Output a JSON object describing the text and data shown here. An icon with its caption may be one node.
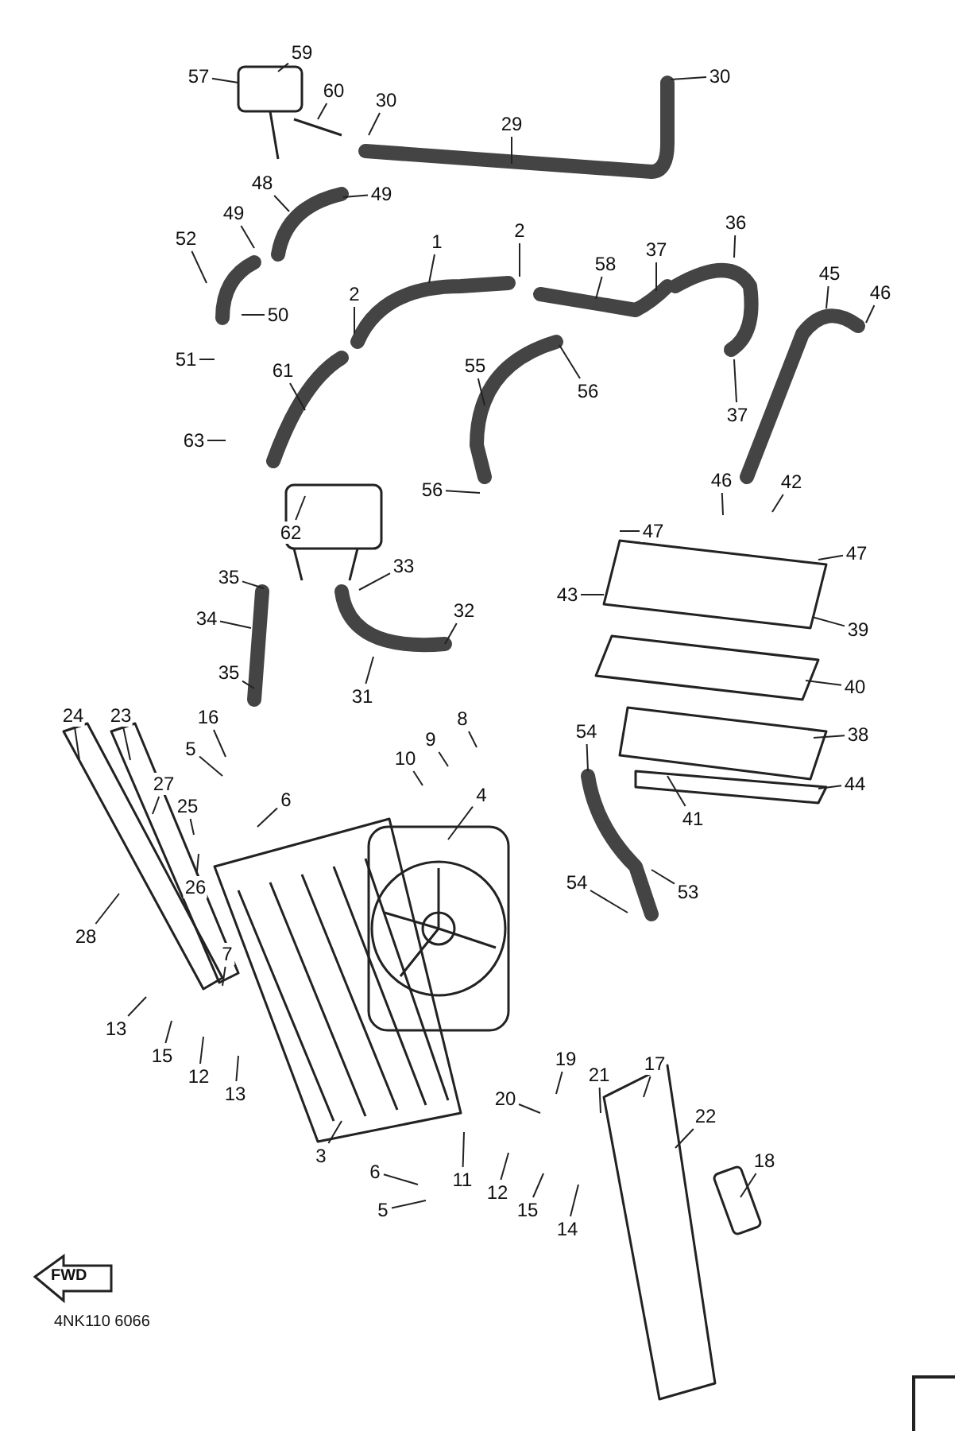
{
  "diagram": {
    "nodes": [
      {
        "text": [
          "57"
        ]
      },
      {
        "text": [
          "59"
        ]
      },
      {
        "text": [
          "60"
        ]
      },
      {
        "text": [
          "30"
        ]
      },
      {
        "text": [
          "30"
        ]
      },
      {
        "text": [
          "29"
        ]
      },
      {
        "text": [
          "48"
        ]
      },
      {
        "text": [
          "49"
        ]
      },
      {
        "text": [
          "49"
        ]
      },
      {
        "text": [
          "52"
        ]
      },
      {
        "text": [
          "1"
        ]
      },
      {
        "text": [
          "2"
        ]
      },
      {
        "text": [
          "58"
        ]
      },
      {
        "text": [
          "37"
        ]
      },
      {
        "text": [
          "36"
        ]
      },
      {
        "text": [
          "45"
        ]
      },
      {
        "text": [
          "46"
        ]
      },
      {
        "text": [
          "2"
        ]
      },
      {
        "text": [
          "50"
        ]
      },
      {
        "text": [
          "51"
        ]
      },
      {
        "text": [
          "61"
        ]
      },
      {
        "text": [
          "55"
        ]
      },
      {
        "text": [
          "56"
        ]
      },
      {
        "text": [
          "37"
        ]
      },
      {
        "text": [
          "63"
        ]
      },
      {
        "text": [
          "56"
        ]
      },
      {
        "text": [
          "46"
        ]
      },
      {
        "text": [
          "42"
        ]
      },
      {
        "text": [
          "62"
        ]
      },
      {
        "text": [
          "47"
        ]
      },
      {
        "text": [
          "47"
        ]
      },
      {
        "text": [
          "33"
        ]
      },
      {
        "text": [
          "35"
        ]
      },
      {
        "text": [
          "43"
        ]
      },
      {
        "text": [
          "32"
        ]
      },
      {
        "text": [
          "34"
        ]
      },
      {
        "text": [
          "39"
        ]
      },
      {
        "text": [
          "35"
        ]
      },
      {
        "text": [
          "40"
        ]
      },
      {
        "text": [
          "31"
        ]
      },
      {
        "text": [
          "24"
        ]
      },
      {
        "text": [
          "23"
        ]
      },
      {
        "text": [
          "16"
        ]
      },
      {
        "text": [
          "8"
        ]
      },
      {
        "text": [
          "54"
        ]
      },
      {
        "text": [
          "38"
        ]
      },
      {
        "text": [
          "9"
        ]
      },
      {
        "text": [
          "5"
        ]
      },
      {
        "text": [
          "10"
        ]
      },
      {
        "text": [
          "27"
        ]
      },
      {
        "text": [
          "44"
        ]
      },
      {
        "text": [
          "4"
        ]
      },
      {
        "text": [
          "6"
        ]
      },
      {
        "text": [
          "25"
        ]
      },
      {
        "text": [
          "41"
        ]
      },
      {
        "text": [
          "26"
        ]
      },
      {
        "text": [
          "54"
        ]
      },
      {
        "text": [
          "53"
        ]
      },
      {
        "text": [
          "28"
        ]
      },
      {
        "text": [
          "7"
        ]
      },
      {
        "text": [
          "13"
        ]
      },
      {
        "text": [
          "15"
        ]
      },
      {
        "text": [
          "19"
        ]
      },
      {
        "text": [
          "17"
        ]
      },
      {
        "text": [
          "21"
        ]
      },
      {
        "text": [
          "12"
        ]
      },
      {
        "text": [
          "13"
        ]
      },
      {
        "text": [
          "20"
        ]
      },
      {
        "text": [
          "22"
        ]
      },
      {
        "text": [
          "3"
        ]
      },
      {
        "text": [
          "18"
        ]
      },
      {
        "text": [
          "6"
        ]
      },
      {
        "text": [
          "11"
        ]
      },
      {
        "text": [
          "12"
        ]
      },
      {
        "text": [
          "5"
        ]
      },
      {
        "text": [
          "15"
        ]
      },
      {
        "text": [
          "14"
        ]
      }
    ],
    "edges": [
      {
        "from": 0,
        "to": null,
        "arrow": "none"
      },
      {
        "from": 1,
        "to": null,
        "arrow": "none"
      },
      {
        "from": 2,
        "to": null,
        "arrow": "none"
      },
      {
        "from": 3,
        "to": null,
        "arrow": "none"
      },
      {
        "from": 4,
        "to": null,
        "arrow": "none"
      },
      {
        "from": 5,
        "to": null,
        "arrow": "none"
      },
      {
        "from": 6,
        "to": null,
        "arrow": "none"
      },
      {
        "from": 7,
        "to": null,
        "arrow": "none"
      },
      {
        "from": 8,
        "to": null,
        "arrow": "none"
      },
      {
        "from": 9,
        "to": null,
        "arrow": "none"
      },
      {
        "from": 10,
        "to": null,
        "arrow": "none"
      },
      {
        "from": 11,
        "to": null,
        "arrow": "none"
      },
      {
        "from": 12,
        "to": null,
        "arrow": "none"
      },
      {
        "from": 13,
        "to": null,
        "arrow": "none"
      },
      {
        "from": 14,
        "to": null,
        "arrow": "none"
      },
      {
        "from": 15,
        "to": null,
        "arrow": "none"
      },
      {
        "from": 16,
        "to": null,
        "arrow": "none"
      },
      {
        "from": 17,
        "to": null,
        "arrow": "none"
      },
      {
        "from": 18,
        "to": null,
        "arrow": "none"
      },
      {
        "from": 19,
        "to": null,
        "arrow": "none"
      },
      {
        "from": 20,
        "to": null,
        "arrow": "none"
      },
      {
        "from": 21,
        "to": null,
        "arrow": "none"
      },
      {
        "from": 22,
        "to": null,
        "arrow": "none"
      },
      {
        "from": 23,
        "to": null,
        "arrow": "none"
      },
      {
        "from": 24,
        "to": null,
        "arrow": "none"
      },
      {
        "from": 25,
        "to": null,
        "arrow": "none"
      },
      {
        "from": 26,
        "to": null,
        "arrow": "none"
      },
      {
        "from": 27,
        "to": null,
        "arrow": "none"
      },
      {
        "from": 28,
        "to": null,
        "arrow": "none"
      },
      {
        "from": 29,
        "to": null,
        "arrow": "none"
      },
      {
        "from": 30,
        "to": null,
        "arrow": "none"
      },
      {
        "from": 31,
        "to": null,
        "arrow": "none"
      },
      {
        "from": 32,
        "to": null,
        "arrow": "none"
      },
      {
        "from": 33,
        "to": null,
        "arrow": "none"
      },
      {
        "from": 34,
        "to": null,
        "arrow": "none"
      },
      {
        "from": 35,
        "to": null,
        "arrow": "none"
      },
      {
        "from": 36,
        "to": null,
        "arrow": "none"
      },
      {
        "from": 37,
        "to": null,
        "arrow": "none"
      },
      {
        "from": 38,
        "to": null,
        "arrow": "none"
      },
      {
        "from": 39,
        "to": null,
        "arrow": "none"
      },
      {
        "from": 40,
        "to": null,
        "arrow": "none"
      },
      {
        "from": 41,
        "to": null,
        "arrow": "none"
      },
      {
        "from": 42,
        "to": null,
        "arrow": "none"
      },
      {
        "from": 43,
        "to": null,
        "arrow": "none"
      },
      {
        "from": 44,
        "to": null,
        "arrow": "none"
      },
      {
        "from": 45,
        "to": null,
        "arrow": "none"
      },
      {
        "from": 46,
        "to": null,
        "arrow": "none"
      },
      {
        "from": 47,
        "to": null,
        "arrow": "none"
      },
      {
        "from": 48,
        "to": null,
        "arrow": "none"
      },
      {
        "from": 49,
        "to": null,
        "arrow": "none"
      },
      {
        "from": 50,
        "to": null,
        "arrow": "none"
      },
      {
        "from": 51,
        "to": null,
        "arrow": "none"
      },
      {
        "from": 52,
        "to": null,
        "arrow": "none"
      },
      {
        "from": 53,
        "to": null,
        "arrow": "none"
      },
      {
        "from": 54,
        "to": null,
        "arrow": "none"
      },
      {
        "from": 55,
        "to": null,
        "arrow": "none"
      },
      {
        "from": 56,
        "to": null,
        "arrow": "none"
      },
      {
        "from": 57,
        "to": null,
        "arrow": "none"
      },
      {
        "from": 58,
        "to": null,
        "arrow": "none"
      },
      {
        "from": 59,
        "to": null,
        "arrow": "none"
      },
      {
        "from": 60,
        "to": null,
        "arrow": "none"
      },
      {
        "from": 61,
        "to": null,
        "arrow": "none"
      },
      {
        "from": 62,
        "to": null,
        "arrow": "none"
      },
      {
        "from": 63,
        "to": null,
        "arrow": "none"
      },
      {
        "from": 64,
        "to": null,
        "arrow": "none"
      },
      {
        "from": 65,
        "to": null,
        "arrow": "none"
      },
      {
        "from": 66,
        "to": null,
        "arrow": "none"
      },
      {
        "from": 67,
        "to": null,
        "arrow": "none"
      },
      {
        "from": 68,
        "to": null,
        "arrow": "none"
      },
      {
        "from": 69,
        "to": null,
        "arrow": "none"
      },
      {
        "from": 70,
        "to": null,
        "arrow": "none"
      },
      {
        "from": 71,
        "to": null,
        "arrow": "none"
      },
      {
        "from": 72,
        "to": null,
        "arrow": "none"
      },
      {
        "from": 73,
        "to": null,
        "arrow": "none"
      },
      {
        "from": 74,
        "to": null,
        "arrow": "none"
      },
      {
        "from": 75,
        "to": null,
        "arrow": "none"
      },
      {
        "from": 76,
        "to": null,
        "arrow": "none"
      }
    ],
    "labels": [
      "FWD",
      "4NK110 6066"
    ]
  }
}
